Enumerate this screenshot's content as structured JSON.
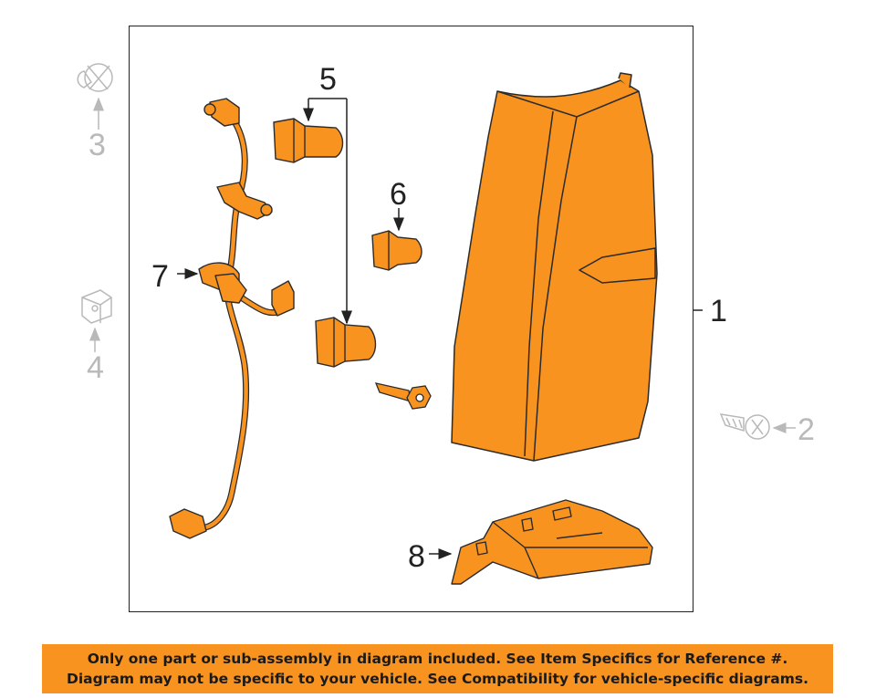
{
  "colors": {
    "part_fill": "#f7931e",
    "outline": "#2b2b2b",
    "ghost": "#b9b9b9",
    "banner": "#f7931e"
  },
  "callouts": {
    "c1": "1",
    "c2": "2",
    "c3": "3",
    "c4": "4",
    "c5": "5",
    "c6": "6",
    "c7": "7",
    "c8": "8"
  },
  "notice": {
    "line1": "Only one part or sub-assembly in diagram included. See Item Specifics for Reference #.",
    "line2": "Diagram may not be specific to your vehicle. See Compatibility for vehicle-specific diagrams."
  }
}
